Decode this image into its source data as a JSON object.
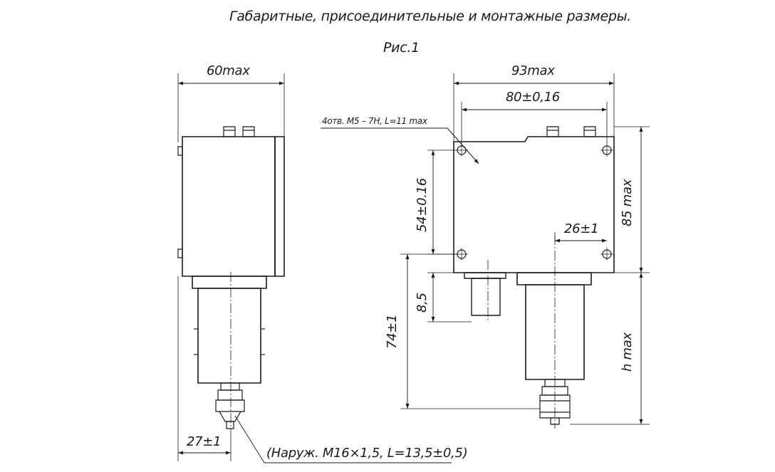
{
  "title": "Габаритные, присоединительные и монтажные размеры.",
  "figure_label": "Рис.1",
  "dimensions": {
    "width_left": "60max",
    "width_right": "93max",
    "hole_spacing_h": "80±0,16",
    "hole_spec": "4отв. М5 – 7Н, L=11 max",
    "hole_spacing_v": "54±0.16",
    "height_body": "85 max",
    "offset_26": "26±1",
    "offset_8_5": "8,5",
    "height_74": "74±1",
    "height_h": "h max",
    "offset_27": "27±1",
    "thread_note": "(Наруж. М16×1,5, L=13,5±0,5)"
  },
  "colors": {
    "line": "#1a1a1a",
    "background": "#ffffff"
  }
}
